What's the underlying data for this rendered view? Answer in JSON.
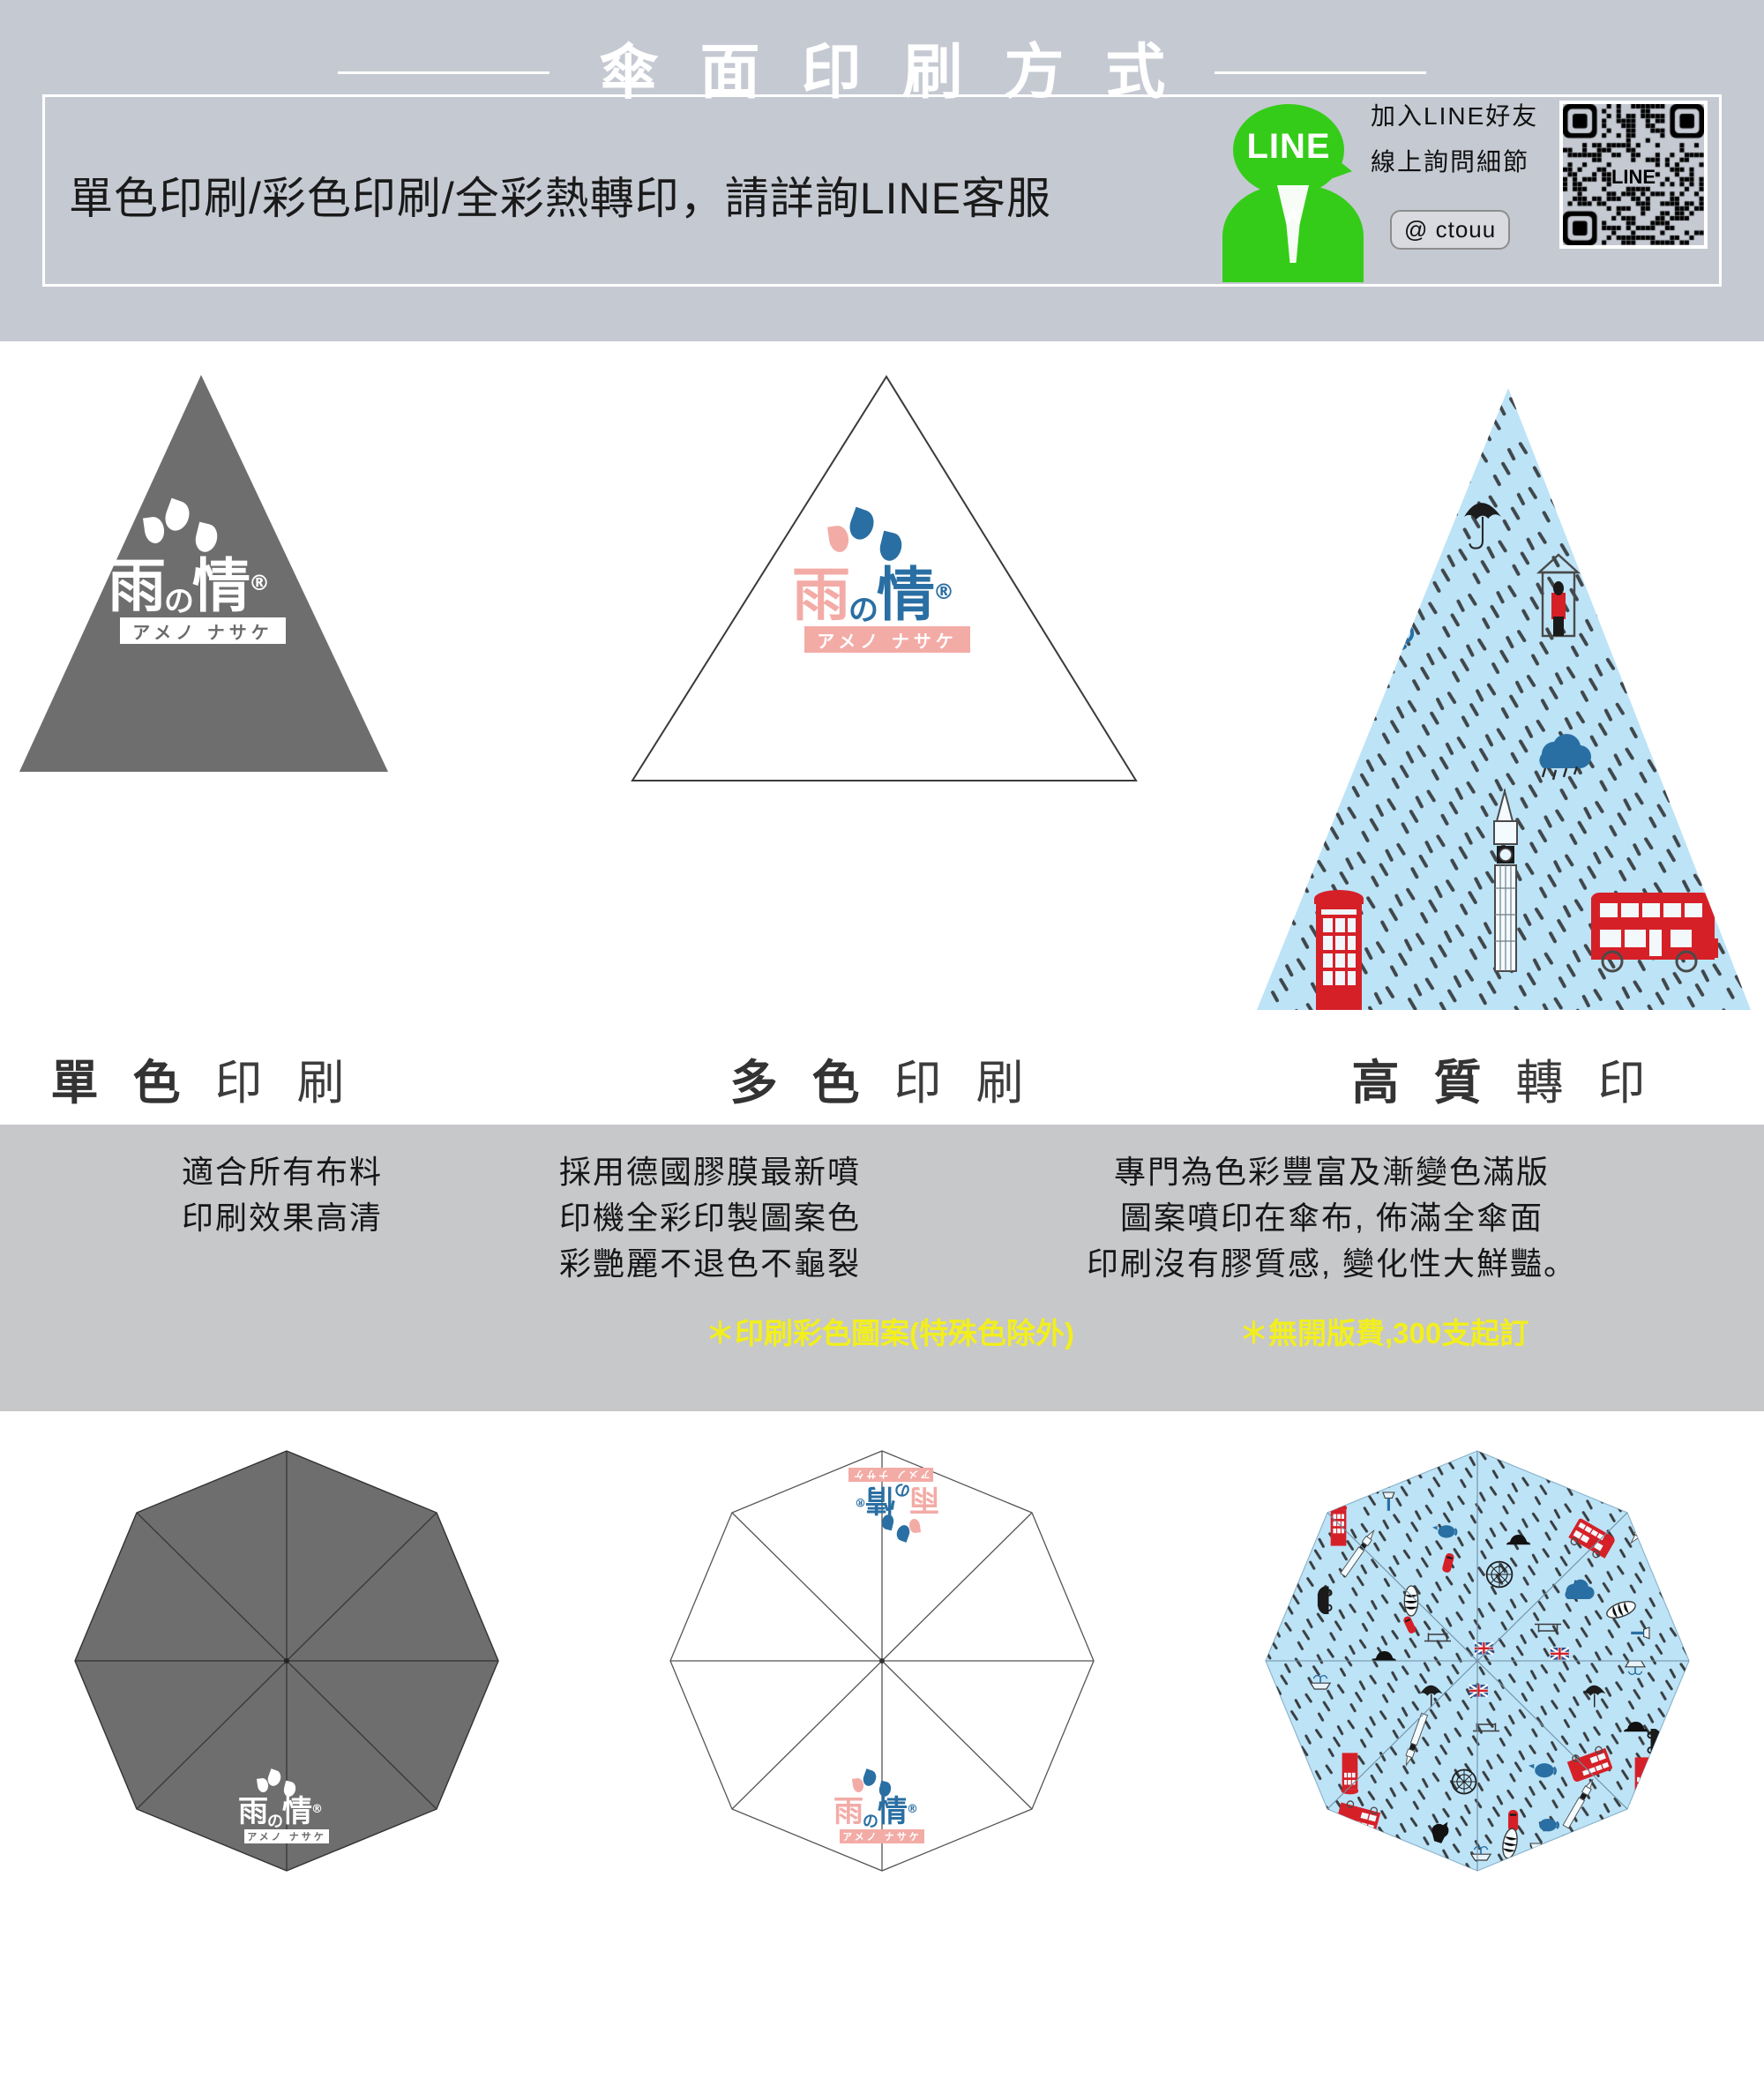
{
  "header": {
    "title": "傘 面 印 刷 方 式",
    "subtitle": "單色印刷/彩色印刷/全彩熱轉印，請詳詢LINE客服",
    "line": {
      "bubble_label": "LINE",
      "text_line1": "加入LINE好友",
      "text_line2": "線上詢問細節",
      "id_badge": "@ ctouu",
      "qr_label": "LINE"
    },
    "colors": {
      "band": "#c5c9d2",
      "line_green": "#35cc19",
      "frame": "#ffffff"
    }
  },
  "logo": {
    "kanji_rain": "雨",
    "kanji_no": "の",
    "kanji_qing": "情",
    "registered": "®",
    "kana": "アメノ ナサケ",
    "color_blue": "#2a6fa3",
    "color_pink": "#f3aba6"
  },
  "samples": [
    {
      "label_bold": "單 色",
      "label_rest": " 印 刷",
      "swatch": "#6e6e6e",
      "type": "mono",
      "desc": [
        "適合所有布料",
        "印刷效果高清"
      ],
      "note": ""
    },
    {
      "label_bold": "多 色",
      "label_rest": " 印 刷",
      "swatch": "#ffffff",
      "type": "color",
      "desc": [
        "採用德國膠膜最新噴",
        "印機全彩印製圖案色",
        "彩艷麗不退色不龜裂"
      ],
      "note": "＊印刷彩色圖案(特殊色除外)"
    },
    {
      "label_bold": "高 質",
      "label_rest": " 轉 印",
      "swatch": "#bde3f7",
      "type": "pattern",
      "desc": [
        "專門為色彩豐富及漸變色滿版",
        "圖案噴印在傘布, 佈滿全傘面",
        "印刷沒有膠質感, 變化性大鮮豔。"
      ],
      "note": "＊無開版費,300支起訂"
    }
  ],
  "desc_band_color": "#c7c8ca",
  "note_color": "#f2ef1d",
  "umbrellas": [
    {
      "name": "mono-umbrella",
      "fill": "#6e6e6e",
      "logos": 1
    },
    {
      "name": "color-umbrella",
      "fill": "#ffffff",
      "logos": 2
    },
    {
      "name": "pattern-umbrella",
      "fill": "#bde3f7",
      "logos": 0
    }
  ],
  "pattern_motifs": [
    "big-ben",
    "double-decker-bus",
    "telephone-booth",
    "black-cab",
    "union-jack",
    "teapot",
    "tea-cup",
    "ferris-wheel",
    "tower-bridge",
    "umbrella",
    "rain-cloud",
    "post-box",
    "street-lamp",
    "gherkin-tower",
    "fountain",
    "detective-silhouette",
    "bowler-hat"
  ]
}
